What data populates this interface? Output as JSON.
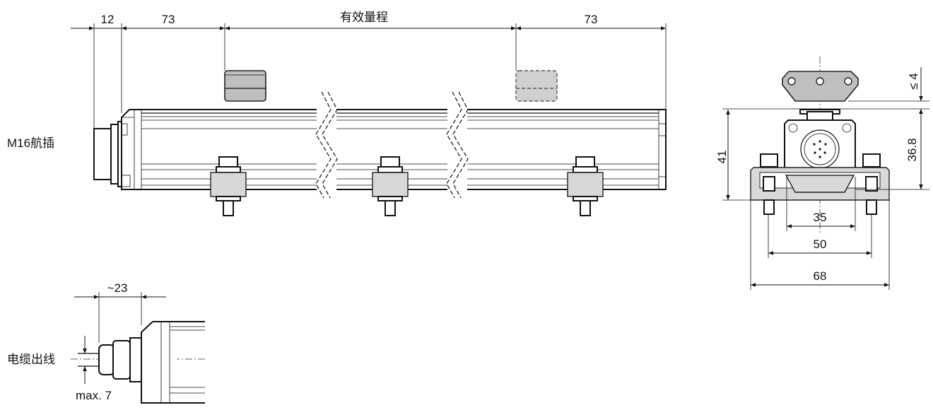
{
  "front_view": {
    "dim_connector": "12",
    "dim_left_offset": "73",
    "dim_effective_range": "有效量程",
    "dim_right_offset": "73",
    "connector_label": "M16航插"
  },
  "end_view": {
    "dim_height_total": "41",
    "dim_bracket_gap": "≤ 4",
    "dim_height_body": "36.8",
    "dim_width_body": "35",
    "dim_width_holes": "50",
    "dim_width_total": "68"
  },
  "cable_detail": {
    "dim_gland_length": "~23",
    "cable_label": "电缆出线",
    "dim_cable_diameter": "max. 7"
  }
}
